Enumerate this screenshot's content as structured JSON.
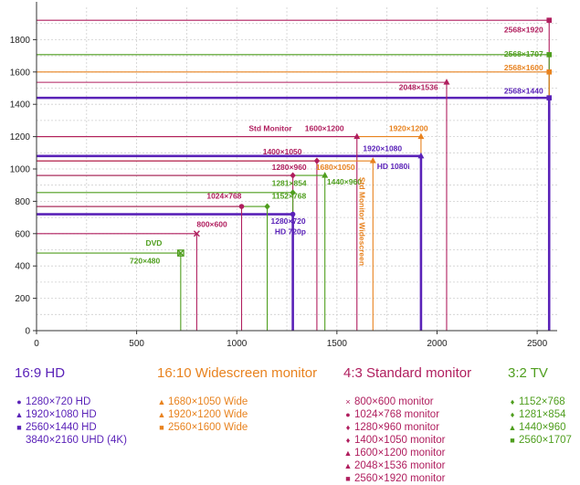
{
  "chart_data": {
    "type": "line",
    "xlim": [
      0,
      2600
    ],
    "ylim": [
      0,
      2000
    ],
    "x_ticks": [
      0,
      500,
      1000,
      1500,
      2000,
      2500
    ],
    "y_ticks": [
      0,
      200,
      400,
      600,
      800,
      1000,
      1200,
      1400,
      1600,
      1800
    ],
    "grid": true,
    "colors": {
      "hd": "#5a22b8",
      "wide": "#e8821e",
      "std": "#b01e5e",
      "tv": "#4f9e1e",
      "dvd": "#4f9e1e"
    },
    "resolutions": [
      {
        "w": 720,
        "h": 480,
        "group": "dvd",
        "marker": "x-square"
      },
      {
        "w": 800,
        "h": 600,
        "group": "std",
        "marker": "x"
      },
      {
        "w": 1024,
        "h": 768,
        "group": "std",
        "marker": "dot"
      },
      {
        "w": 1152,
        "h": 768,
        "group": "tv",
        "marker": "diamond"
      },
      {
        "w": 1280,
        "h": 720,
        "group": "hd",
        "marker": "dot"
      },
      {
        "w": 1280,
        "h": 854,
        "group": "tv",
        "marker": "diamond"
      },
      {
        "w": 1280,
        "h": 960,
        "group": "std",
        "marker": "diamond"
      },
      {
        "w": 1400,
        "h": 1050,
        "group": "std",
        "marker": "diamond"
      },
      {
        "w": 1440,
        "h": 960,
        "group": "tv",
        "marker": "triangle"
      },
      {
        "w": 1600,
        "h": 1200,
        "group": "std",
        "marker": "triangle"
      },
      {
        "w": 1680,
        "h": 1050,
        "group": "wide",
        "marker": "triangle"
      },
      {
        "w": 1920,
        "h": 1080,
        "group": "hd",
        "marker": "triangle"
      },
      {
        "w": 1920,
        "h": 1200,
        "group": "wide",
        "marker": "triangle"
      },
      {
        "w": 2048,
        "h": 1536,
        "group": "std",
        "marker": "triangle"
      },
      {
        "w": 2560,
        "h": 1440,
        "group": "hd",
        "marker": "square"
      },
      {
        "w": 2560,
        "h": 1600,
        "group": "wide",
        "marker": "square"
      },
      {
        "w": 2560,
        "h": 1707,
        "group": "tv",
        "marker": "square"
      },
      {
        "w": 2560,
        "h": 1920,
        "group": "std",
        "marker": "square"
      }
    ],
    "annotations": [
      {
        "text": "720×480",
        "x": 465,
        "y": 415,
        "group": "dvd"
      },
      {
        "text": "DVD",
        "x": 545,
        "y": 525,
        "group": "dvd"
      },
      {
        "text": "800×600",
        "x": 800,
        "y": 640,
        "group": "std"
      },
      {
        "text": "1024×768",
        "x": 850,
        "y": 815,
        "group": "std"
      },
      {
        "text": "1152×768",
        "x": 1175,
        "y": 815,
        "group": "tv"
      },
      {
        "text": "1281×854",
        "x": 1175,
        "y": 895,
        "group": "tv"
      },
      {
        "text": "1280×960",
        "x": 1175,
        "y": 995,
        "group": "std"
      },
      {
        "text": "1280×720",
        "x": 1170,
        "y": 660,
        "group": "hd"
      },
      {
        "text": "HD 720p",
        "x": 1190,
        "y": 595,
        "group": "hd"
      },
      {
        "text": "1400×1050",
        "x": 1130,
        "y": 1090,
        "group": "std"
      },
      {
        "text": "1440×960",
        "x": 1450,
        "y": 905,
        "group": "tv"
      },
      {
        "text": "1680×1050",
        "x": 1395,
        "y": 995,
        "group": "wide"
      },
      {
        "text": "Std Monitor",
        "x": 1060,
        "y": 1235,
        "group": "std"
      },
      {
        "text": "1600×1200",
        "x": 1340,
        "y": 1235,
        "group": "std"
      },
      {
        "text": "1920×1200",
        "x": 1760,
        "y": 1235,
        "group": "wide"
      },
      {
        "text": "1920×1080",
        "x": 1630,
        "y": 1110,
        "group": "hd"
      },
      {
        "text": "HD 1080i",
        "x": 1700,
        "y": 1000,
        "group": "hd"
      },
      {
        "text": "2048×1536",
        "x": 1810,
        "y": 1490,
        "group": "std"
      },
      {
        "text": "2568×1440",
        "x": 2335,
        "y": 1465,
        "group": "hd"
      },
      {
        "text": "2568×1600",
        "x": 2335,
        "y": 1610,
        "group": "wide"
      },
      {
        "text": "2568×1707",
        "x": 2335,
        "y": 1695,
        "group": "tv"
      },
      {
        "text": "2568×1920",
        "x": 2335,
        "y": 1845,
        "group": "std"
      }
    ],
    "vertical_label": {
      "text": "Std Monitor Widescreen",
      "x": 1612,
      "y": 950,
      "group": "wide"
    }
  },
  "legend": [
    {
      "group": "hd",
      "title": "16:9 HD",
      "items": [
        {
          "symbol": "●",
          "label": "1280×720 HD"
        },
        {
          "symbol": "▲",
          "label": "1920×1080 HD"
        },
        {
          "symbol": "■",
          "label": "2560×1440 HD"
        },
        {
          "symbol": "",
          "label": "3840×2160 UHD (4K)"
        }
      ]
    },
    {
      "group": "wide",
      "title": "16:10 Widescreen monitor",
      "items": [
        {
          "symbol": "▲",
          "label": "1680×1050 Wide"
        },
        {
          "symbol": "▲",
          "label": "1920×1200 Wide"
        },
        {
          "symbol": "■",
          "label": "2560×1600 Wide"
        }
      ]
    },
    {
      "group": "std",
      "title": "4:3 Standard monitor",
      "items": [
        {
          "symbol": "×",
          "label": "800×600 monitor"
        },
        {
          "symbol": "●",
          "label": "1024×768 monitor"
        },
        {
          "symbol": "♦",
          "label": "1280×960 monitor"
        },
        {
          "symbol": "♦",
          "label": "1400×1050 monitor"
        },
        {
          "symbol": "▲",
          "label": "1600×1200 monitor"
        },
        {
          "symbol": "▲",
          "label": "2048×1536 monitor"
        },
        {
          "symbol": "■",
          "label": "2560×1920 monitor"
        }
      ]
    },
    {
      "group": "tv",
      "title": "3:2 TV",
      "items": [
        {
          "symbol": "♦",
          "label": "1152×768"
        },
        {
          "symbol": "♦",
          "label": "1281×854"
        },
        {
          "symbol": "▲",
          "label": "1440×960"
        },
        {
          "symbol": "■",
          "label": "2560×1707"
        }
      ]
    }
  ]
}
